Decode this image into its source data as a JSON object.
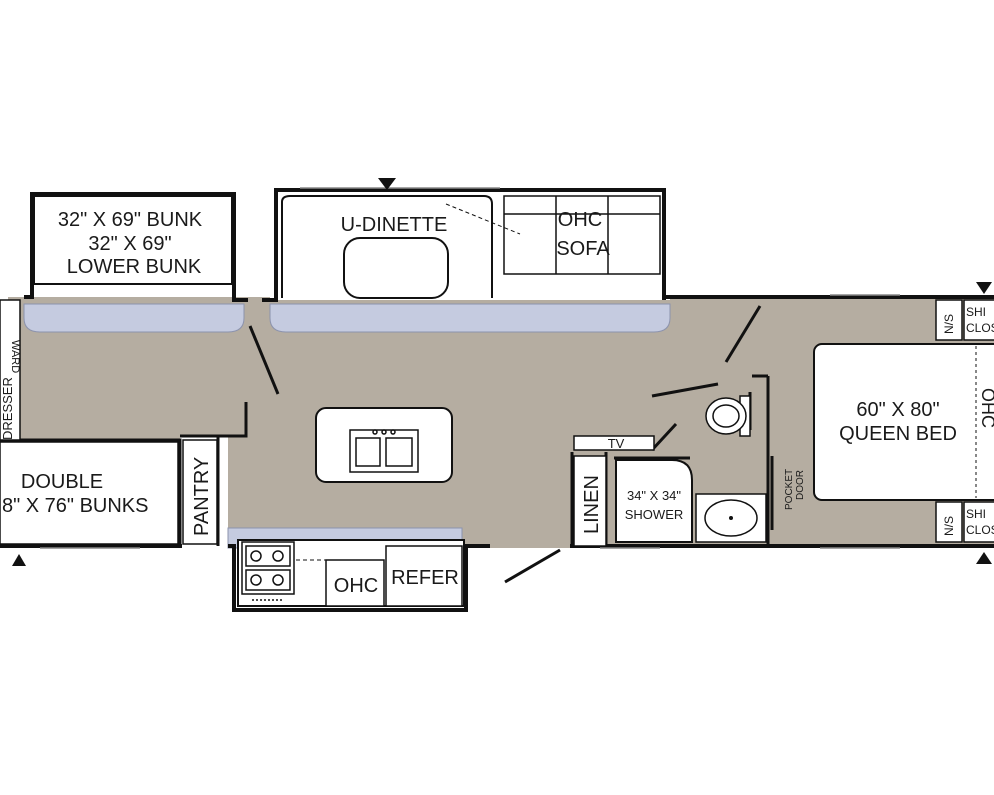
{
  "floorplan": {
    "colors": {
      "floor": "#b5ada1",
      "slide_floor": "#c5cbe0",
      "wall": "#111111",
      "furniture": "#ffffff"
    },
    "labels": {
      "upper_bunk": "32\" X 69\" BUNK",
      "upper_bunk_2": "32\" X 69\"",
      "lower_bunk": "LOWER BUNK",
      "u_dinette": "U-DINETTE",
      "ohc_top": "OHC",
      "sofa": "SOFA",
      "dresser": "DRESSER",
      "wardrobe": "WARD",
      "double_bunks": "DOUBLE",
      "double_bunks_size": "8\" X 76\" BUNKS",
      "pantry": "PANTRY",
      "ohc_bottom": "OHC",
      "refer": "REFER",
      "tv": "TV",
      "linen": "LINEN",
      "shower_size": "34\" X 34\"",
      "shower": "SHOWER",
      "pocket": "POCKET",
      "door": "DOOR",
      "queen_size": "60\" X 80\"",
      "queen_bed": "QUEEN BED",
      "ns_top": "N/S",
      "ns_bottom": "N/S",
      "shirt_top_1": "SHI",
      "shirt_top_2": "CLOS",
      "shirt_bottom_1": "SHI",
      "shirt_bottom_2": "CLOS",
      "edge_fragment": "OHC"
    }
  }
}
